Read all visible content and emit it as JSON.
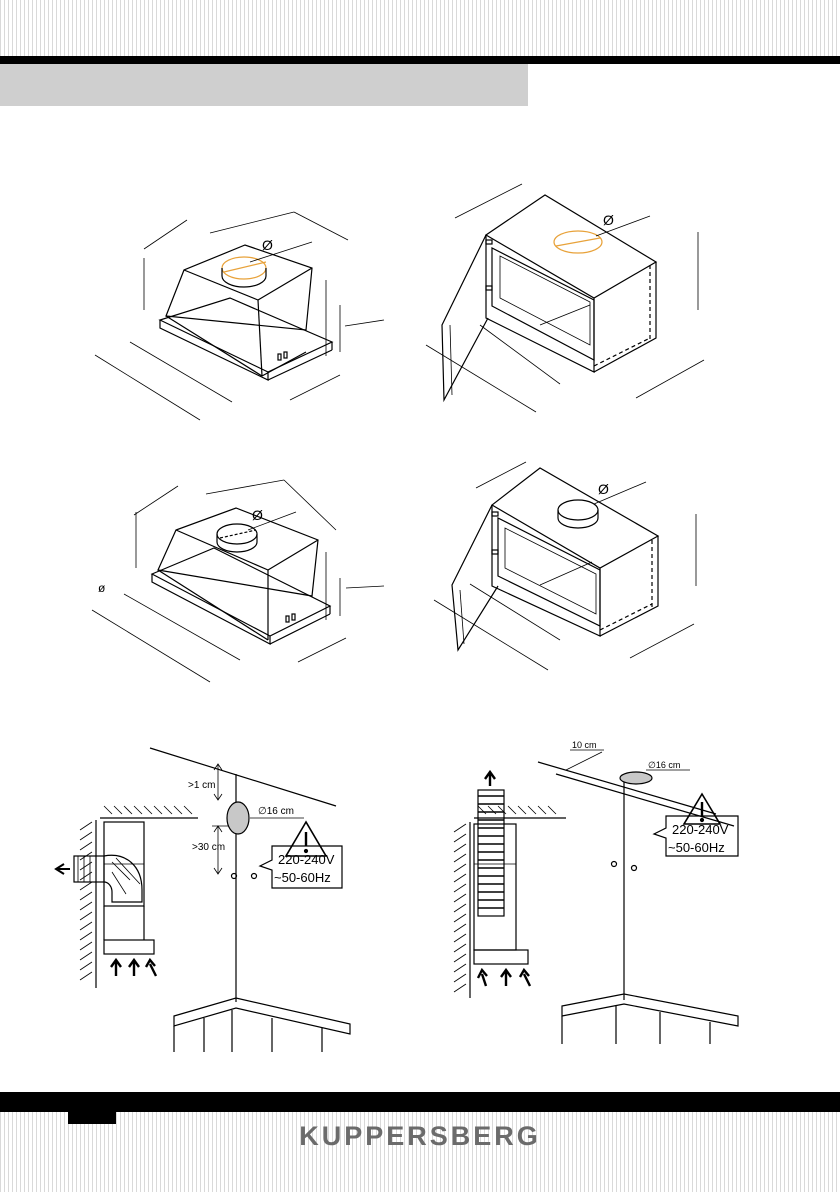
{
  "header": {
    "section_title": ""
  },
  "brand": {
    "logo_text": "KUPPERSBERG"
  },
  "symbols": {
    "diameter": "Ø",
    "diameter_small": "ø"
  },
  "figure_left": {
    "ceiling_gap": ">1 cm",
    "duct_diameter": "∅16 cm",
    "hood_gap": ">30 cm",
    "voltage": "220-240V",
    "frequency": "~50-60Hz"
  },
  "figure_right": {
    "wall_offset": "10 cm",
    "duct_diameter": "∅16 cm",
    "voltage": "220-240V",
    "frequency": "~50-60Hz"
  },
  "colors": {
    "accent_orange": "#e8a23a",
    "band_gray": "#cfcfcf",
    "logo_gray": "#6b6b6b"
  }
}
